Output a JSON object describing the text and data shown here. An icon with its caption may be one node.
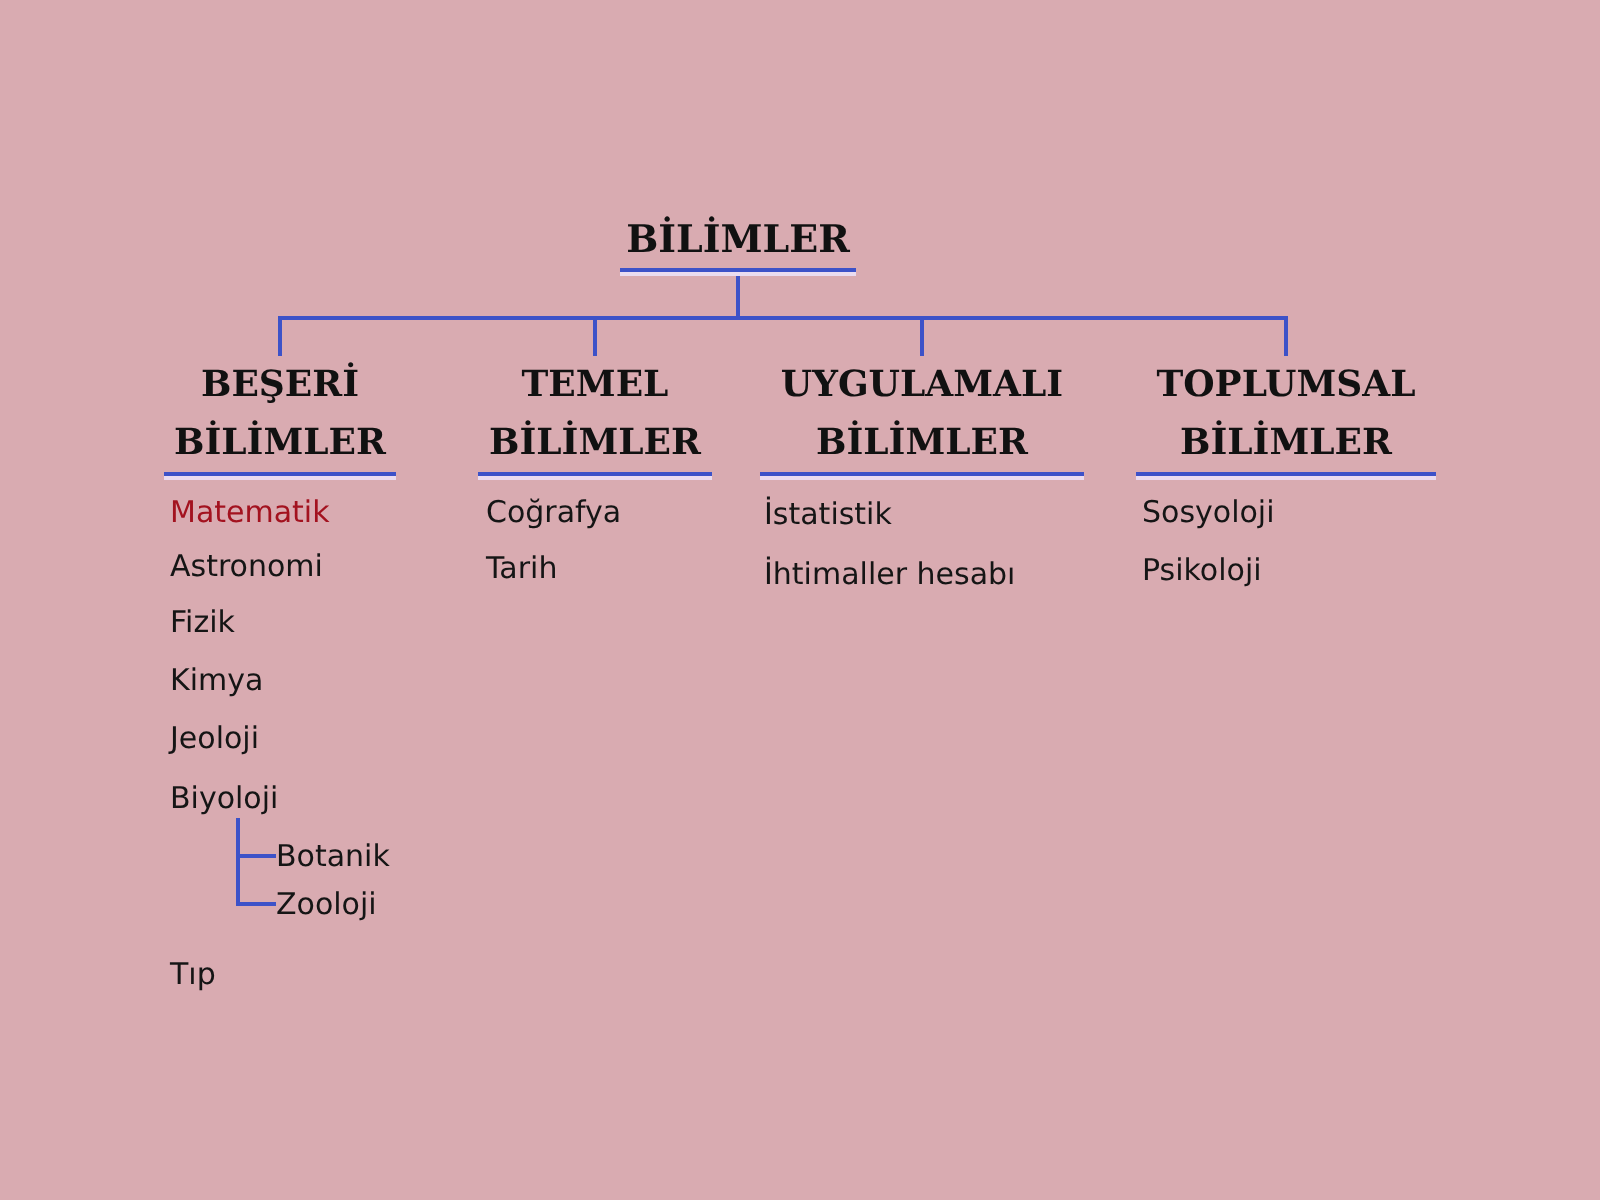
{
  "diagram": {
    "nodes": [
      {
        "text": [
          "BİLİMLER"
        ]
      },
      {
        "text": [
          "BEŞERİ BİLİMLER"
        ]
      },
      {
        "text": [
          "TEMEL BİLİMLER"
        ]
      },
      {
        "text": [
          "UYGULAMALI BİLİMLER"
        ]
      },
      {
        "text": [
          "TOPLUMSAL BİLİMLER"
        ]
      },
      {
        "text": [
          "Biyoloji"
        ]
      },
      {
        "text": [
          "Botanik"
        ]
      },
      {
        "text": [
          "Zooloji"
        ]
      }
    ],
    "edges": [
      {
        "from": 0,
        "to": 1,
        "arrow": "none"
      },
      {
        "from": 0,
        "to": 2,
        "arrow": "none"
      },
      {
        "from": 0,
        "to": 3,
        "arrow": "none"
      },
      {
        "from": 0,
        "to": 4,
        "arrow": "none"
      },
      {
        "from": 5,
        "to": 6,
        "arrow": "none"
      },
      {
        "from": 5,
        "to": 7,
        "arrow": "none"
      }
    ],
    "labels": [
      "Matematik",
      "Astronomi",
      "Fizik",
      "Kimya",
      "Jeoloji",
      "Tıp",
      "Coğrafya",
      "Tarih",
      "İstatistik",
      "İhtimaller hesabı",
      "Sosyoloji",
      "Psikoloji"
    ]
  }
}
